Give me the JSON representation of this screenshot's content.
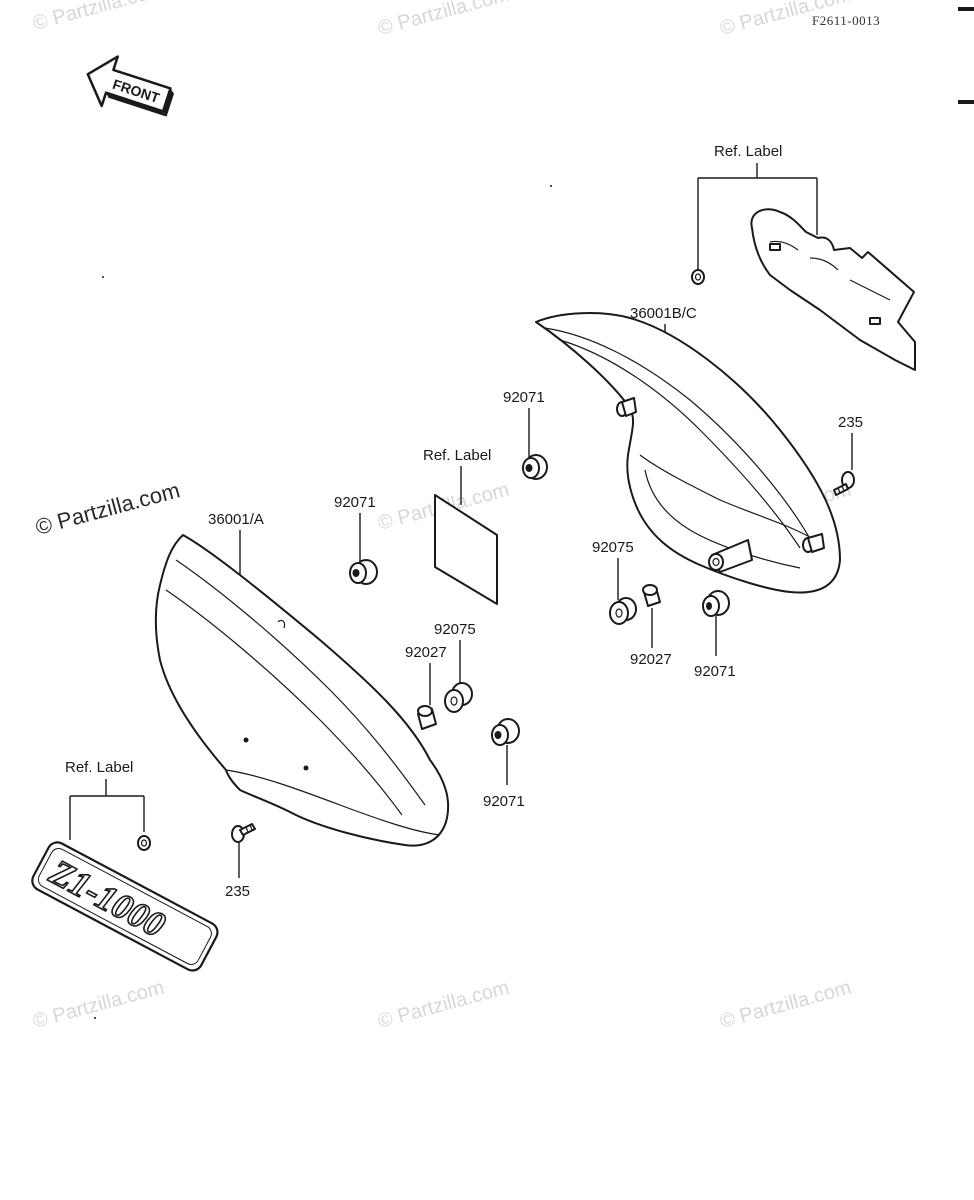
{
  "figure_code": "F2611-0013",
  "front_arrow_text": "FRONT",
  "watermark_text": "© Partzilla.com",
  "emblem_text": "Z1-1000",
  "labels": {
    "ref_label_top": "Ref. Label",
    "part_36001bc": "36001B/C",
    "part_92071_top": "92071",
    "ref_label_mid": "Ref. Label",
    "part_235_right": "235",
    "part_36001a": "36001/A",
    "part_92071_left": "92071",
    "part_92075_right": "92075",
    "part_92027_right": "92027",
    "part_92071_right": "92071",
    "part_92075_center": "92075",
    "part_92027_center": "92027",
    "part_92071_bottom": "92071",
    "ref_label_bottom": "Ref. Label",
    "part_235_left": "235"
  },
  "colors": {
    "ink": "#1a1a1a",
    "watermark": "#d7d7d7",
    "background": "#ffffff"
  }
}
